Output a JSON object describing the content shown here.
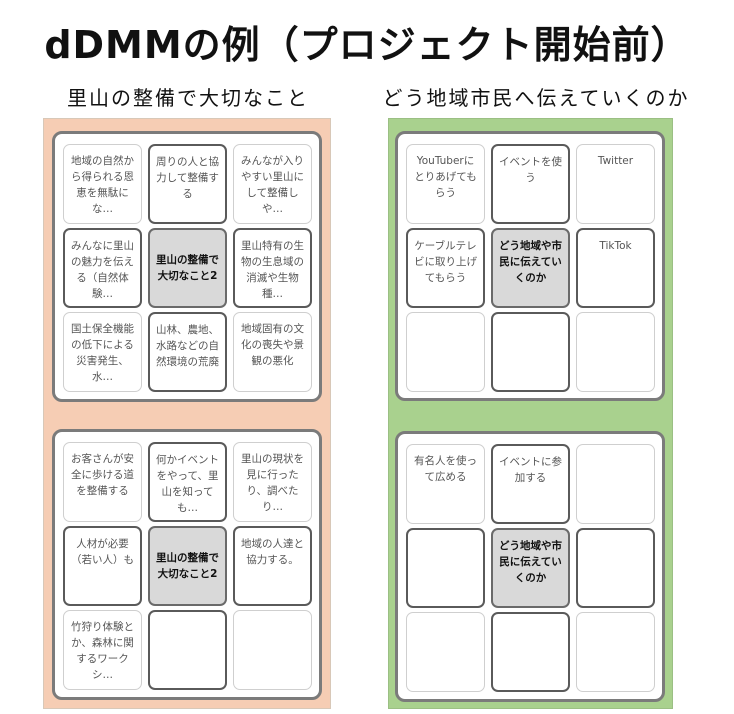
{
  "title": "dDMMの例（プロジェクト開始前）",
  "subtitle_left": "里山の整備で大切なこと",
  "subtitle_right": "どう地域市民へ伝えていくのか",
  "left_top": {
    "cells": [
      "地域の自然から得られる恩恵を無駄にな…",
      "周りの人と協力して整備する",
      "みんなが入りやすい里山にして整備しや…",
      "みんなに里山の魅力を伝える（自然体験…",
      "里山の整備で大切なこと2",
      "里山特有の生物の生息域の消滅や生物種…",
      "国土保全機能の低下による災害発生、水…",
      "山林、農地、水路などの自然環境の荒廃",
      "地域固有の文化の喪失や景観の悪化"
    ]
  },
  "left_bottom": {
    "cells": [
      "お客さんが安全に歩ける道を整備する",
      "何かイベントをやって、里山を知っても…",
      "里山の現状を見に行ったり、調べたり…",
      "人材が必要（若い人）も",
      "里山の整備で大切なこと2",
      "地域の人達と協力する。",
      "竹狩り体験とか、森林に関するワークシ…",
      "",
      ""
    ]
  },
  "right_top": {
    "cells": [
      "YouTuberにとりあげてもらう",
      "イベントを使う",
      "Twitter",
      "ケーブルテレビに取り上げてもらう",
      "どう地域や市民に伝えていくのか",
      "TikTok",
      "",
      "",
      ""
    ]
  },
  "right_bottom": {
    "cells": [
      "有名人を使って広める",
      "イベントに参加する",
      "",
      "",
      "どう地域や市民に伝えていくのか",
      "",
      "",
      "",
      ""
    ]
  }
}
